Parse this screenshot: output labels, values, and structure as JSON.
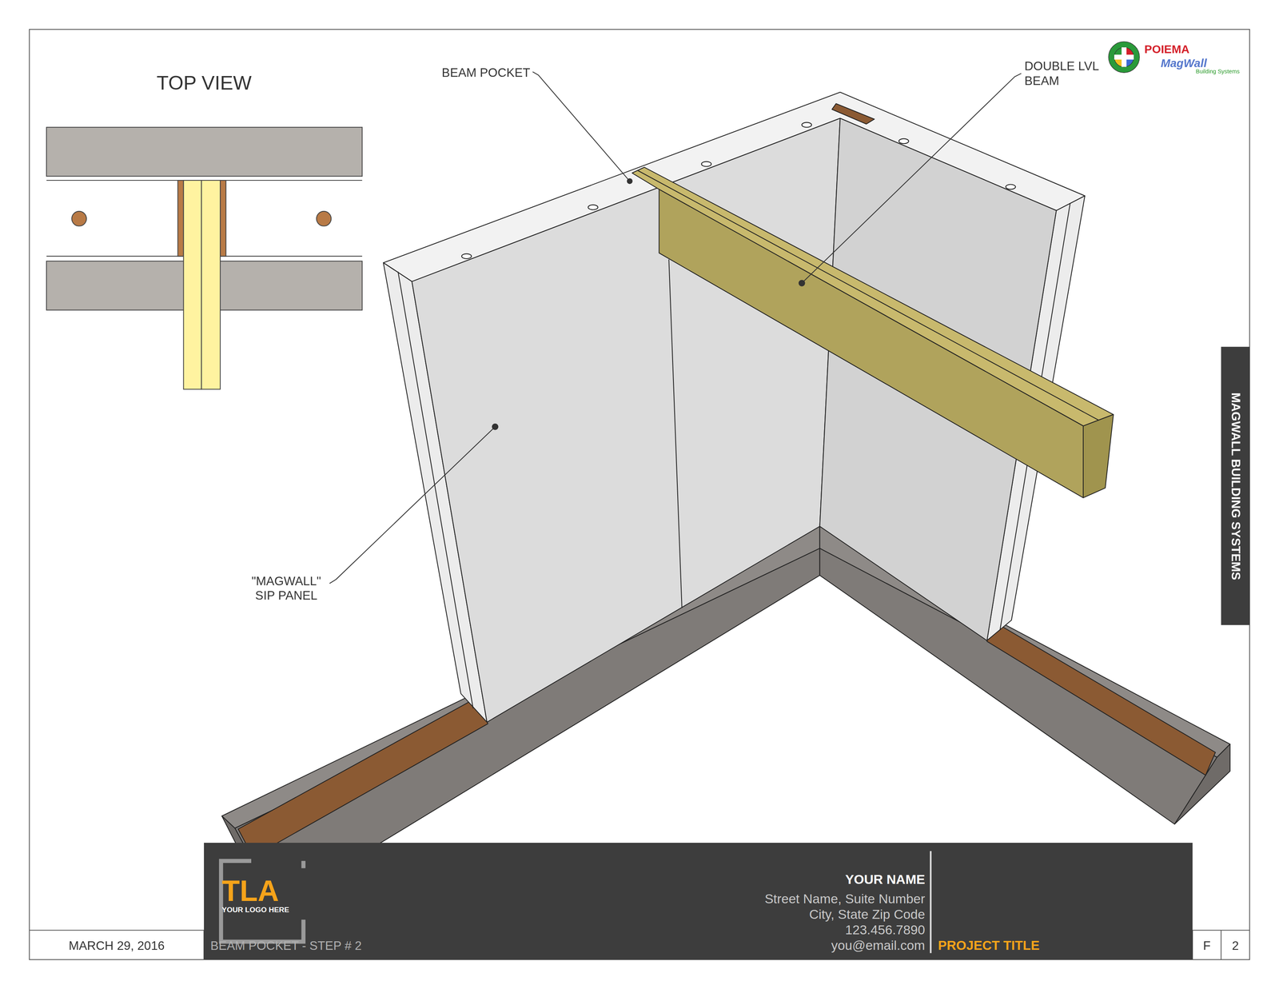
{
  "diagram": {
    "nodes": [
      {
        "text": [
          "MAGWALL BUILDING SYSTEMS"
        ]
      },
      {
        "text": [
          "YOUR NAME",
          "Street Name, Suite Number",
          "City, State Zip Code",
          "123.456.7890",
          "you@email.com",
          "PROJECT TITLE"
        ]
      },
      {
        "text": [
          "TLA",
          "YOUR LOGO HERE"
        ],
        "in": 1
      }
    ],
    "labels": [
      "TOP VIEW",
      "BEAM POCKET",
      "DOUBLE LVL BEAM",
      "\"MAGWALL\" SIP PANEL",
      "POIEMA",
      "MagWall",
      "Building Systems",
      "MARCH 29, 2016",
      "BEAM POCKET - STEP # 2",
      "F",
      "2"
    ]
  }
}
